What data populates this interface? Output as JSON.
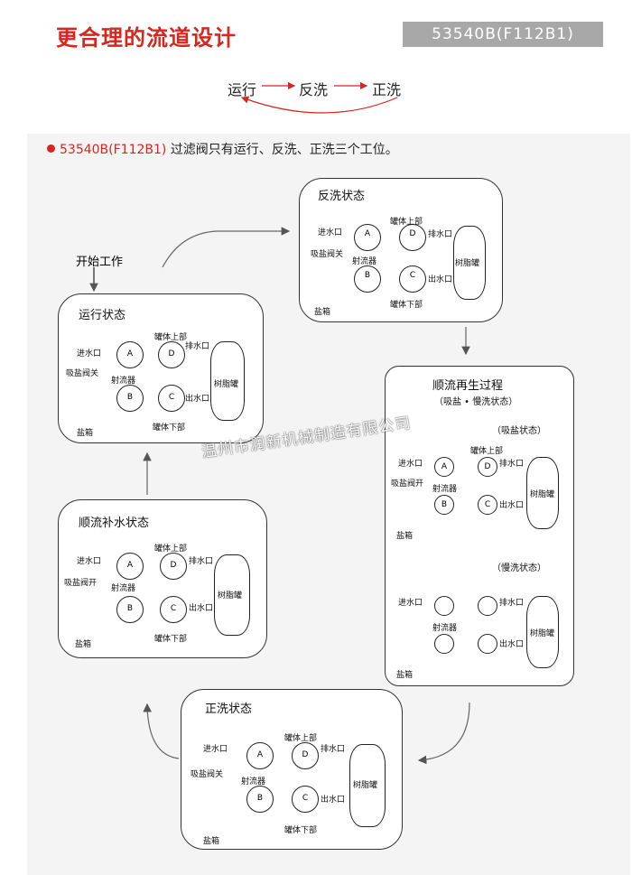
{
  "header": {
    "title": "更合理的流道设计",
    "model": "53540B(F112B1)"
  },
  "sequence": [
    "运行",
    "反洗",
    "正洗"
  ],
  "note": {
    "model": "53540B(F112B1)",
    "text": "过滤阀只有运行、反洗、正洗三个工位。"
  },
  "start_label": "开始工作",
  "labels": {
    "inlet": "进水口",
    "drain": "排水口",
    "outlet": "出水口",
    "tank_top": "罐体上部",
    "tank_bottom": "罐体下部",
    "resin_tank": "树脂罐",
    "brine_box": "盐箱",
    "injector": "射流器",
    "brine_valve_closed": "吸盐阀关",
    "brine_valve_open": "吸盐阀开"
  },
  "states": {
    "run": "运行状态",
    "backwash": "反洗状态",
    "regen": "顺流再生过程",
    "regen_sub": "（吸盐 • 慢洗状态）",
    "suck": "（吸盐状态）",
    "slow": "（慢洗状态）",
    "refill": "顺流补水状态",
    "rinse": "正洗状态"
  },
  "valves": [
    "A",
    "B",
    "C",
    "D"
  ],
  "watermark": "温州市润新机械制造有限公司",
  "colors": {
    "accent": "#d7261e",
    "badge": "#a8a8a8"
  }
}
